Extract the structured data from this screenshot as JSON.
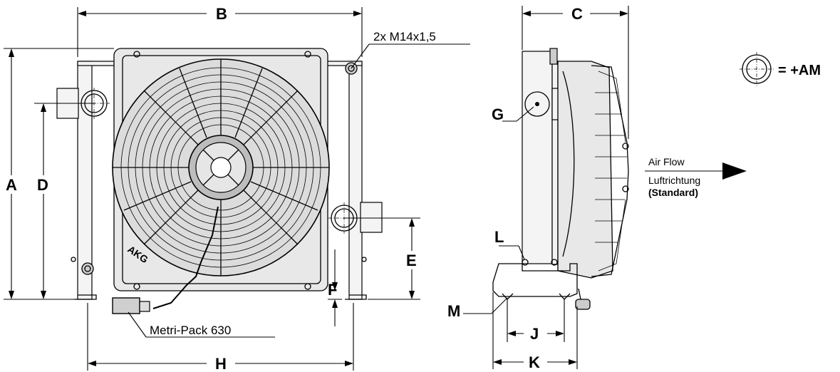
{
  "labels": {
    "A": "A",
    "B": "B",
    "C": "C",
    "D": "D",
    "E": "E",
    "F": "F",
    "G": "G",
    "H": "H",
    "J": "J",
    "K": "K",
    "L": "L",
    "M": "M"
  },
  "callouts": {
    "thread": "2x M14x1,5",
    "connector": "Metri-Pack 630",
    "legend_text": "= +AM"
  },
  "airflow": {
    "line1": "Air Flow",
    "line2": "Luftrichtung",
    "line3": "(Standard)"
  },
  "logo_text": "AKG"
}
